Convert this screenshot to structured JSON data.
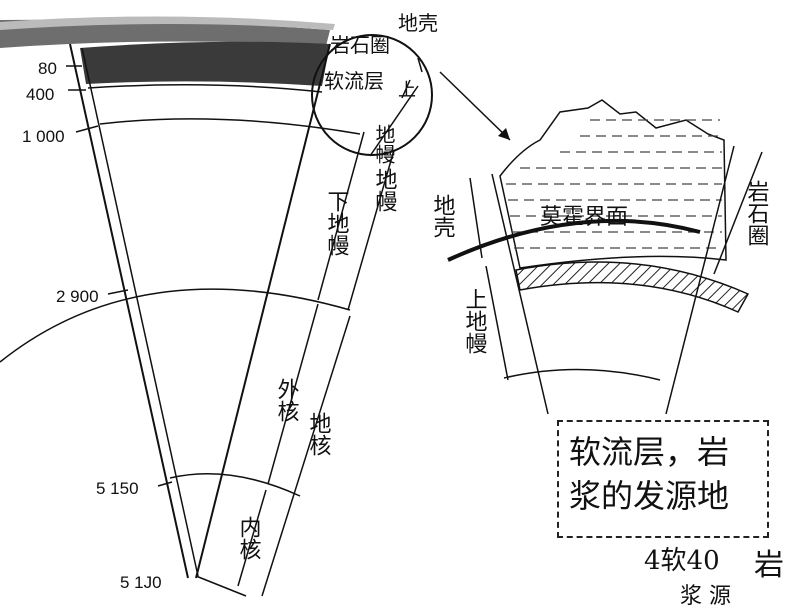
{
  "depth_labels": [
    "80",
    "400",
    "1 000",
    "2 900",
    "5 150",
    "5 1J0"
  ],
  "layers": {
    "lithosphere": "岩石圈",
    "crust": "地壳",
    "upper_mantle_short": "上",
    "upper_mantle_vertical": "地幔",
    "asthenosphere": "软流层",
    "lower_mantle": "下地幔",
    "mantle": "地幔",
    "outer_core": "外核",
    "core": "地核",
    "inner_core": "内核"
  },
  "detail": {
    "crust": "地壳",
    "moho": "莫霍界面",
    "lithosphere": "岩石圈",
    "upper_mantle": "上地幔"
  },
  "note": {
    "line1": "软流层，岩",
    "line2": "浆的发源地"
  },
  "bottom_fragments": {
    "left": "4软40",
    "right": "岩",
    "under": "浆 源"
  },
  "colors": {
    "ink": "#111111",
    "crust_dark": "#3a3a3a",
    "hatch": "#222222"
  }
}
